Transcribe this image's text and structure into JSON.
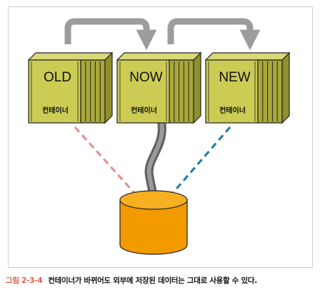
{
  "containers": [
    {
      "id": "old",
      "title": "OLD",
      "label": "컨테이너"
    },
    {
      "id": "now",
      "title": "NOW",
      "label": "컨테이너"
    },
    {
      "id": "new",
      "title": "NEW",
      "label": "컨테이너"
    }
  ],
  "caption": {
    "label": "그림 2-3-4",
    "text": "컨테이너가 바뀌어도 외부에 저장된 데이터는 그대로 사용할 수 있다."
  },
  "colors": {
    "crate_front": "#cccc55",
    "crate_top": "#d9d97a",
    "crate_side": "#a8a838",
    "arrow": "#9c9c9c",
    "storage_body": "#f39a00",
    "storage_top": "#f8b020",
    "old_link": "#e88a8a",
    "new_link": "#1a7aa8",
    "cable": "#7d7d7d",
    "caption_label": "#e15a45"
  },
  "icons": [
    "curved-arrow-icon",
    "wooden-crate-icon",
    "cylinder-storage-icon",
    "cable-icon"
  ]
}
